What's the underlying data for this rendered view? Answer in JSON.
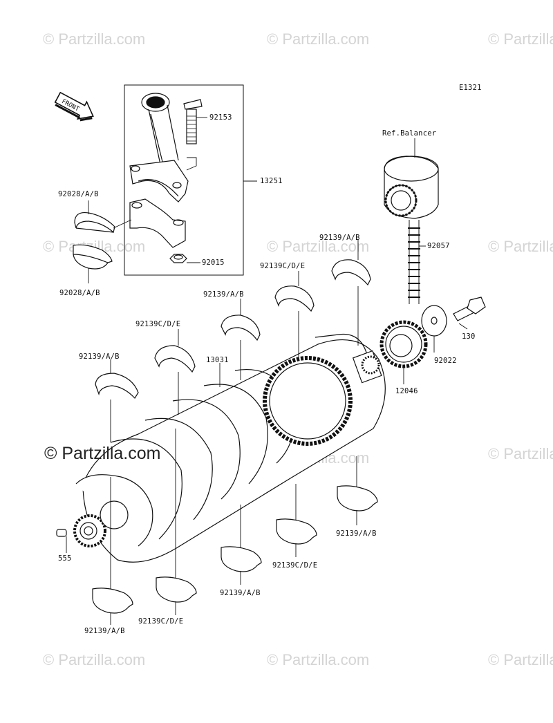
{
  "diagram": {
    "code": "E1321",
    "front_label": "FRONT",
    "ref_label": "Ref.Balancer",
    "parts": {
      "p92153": "92153",
      "p13251": "13251",
      "p92028_top": "92028/A/B",
      "p92028_bot": "92028/A/B",
      "p92015": "92015",
      "p92057": "92057",
      "p92139ab_1": "92139/A/B",
      "p92139cde_1": "92139C/D/E",
      "p92139ab_2": "92139/A/B",
      "p92139cde_2": "92139C/D/E",
      "p92139ab_3": "92139/A/B",
      "p13031": "13031",
      "p130": "130",
      "p92022": "92022",
      "p12046": "12046",
      "p555": "555",
      "p92139ab_4": "92139/A/B",
      "p92139cde_3": "92139C/D/E",
      "p92139ab_5": "92139/A/B",
      "p92139ab_6": "92139/A/B",
      "p92139cde_4": "92139C/D/E"
    },
    "watermark": {
      "small": "© Partzilla.com",
      "big": "© Partzilla.com"
    }
  }
}
